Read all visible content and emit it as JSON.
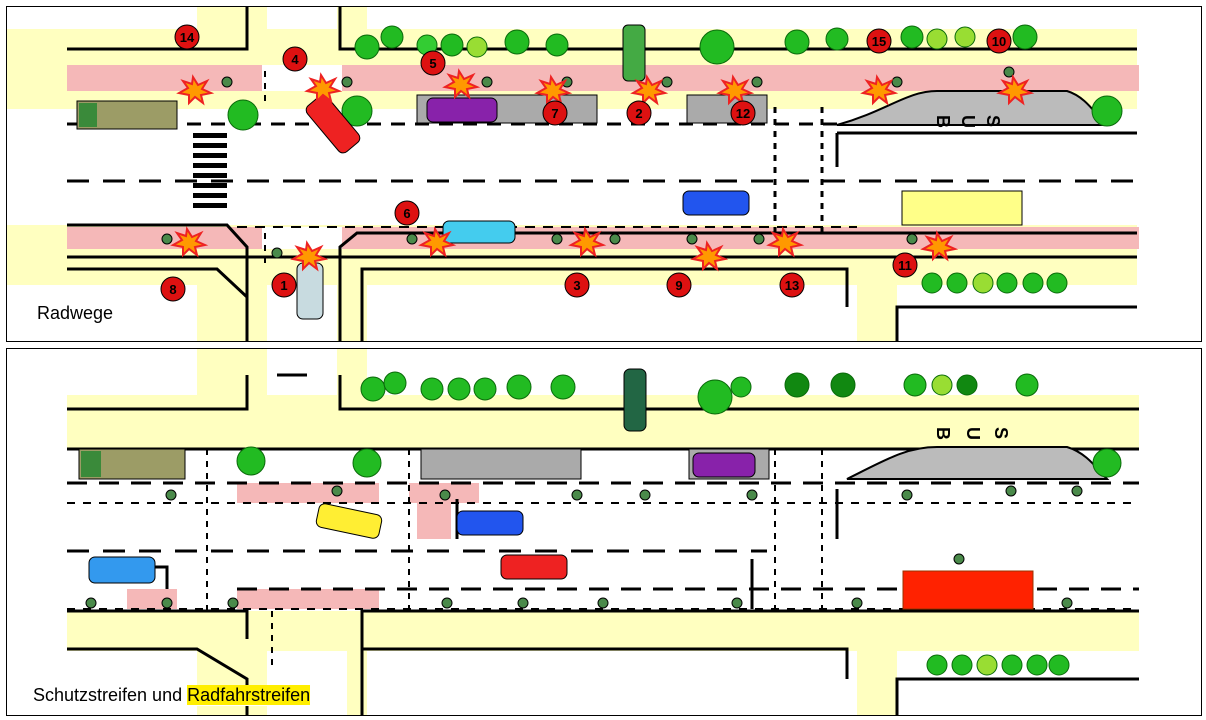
{
  "panels": [
    {
      "caption": "Radwege"
    },
    {
      "caption_prefix": "Schutzstreifen und ",
      "caption_highlight": "Radfahrstreifen"
    }
  ],
  "accident_numbers": [
    "14",
    "4",
    "5",
    "7",
    "2",
    "12",
    "15",
    "10",
    "6",
    "1",
    "3",
    "9",
    "13",
    "11",
    "8"
  ],
  "bus_letters": [
    "B",
    "U",
    "S"
  ],
  "colors": {
    "sidewalk": "#ffffc0",
    "bike_path": "#f5b8b8",
    "road": "#ffffff",
    "curb": "#000000",
    "tree": "#22bb22",
    "tree_dark": "#118811",
    "marker": "#dd1111",
    "bus_bay": "#bbbbbb",
    "tram_top": "#ffff88",
    "tram_bottom": "#ff2200"
  }
}
